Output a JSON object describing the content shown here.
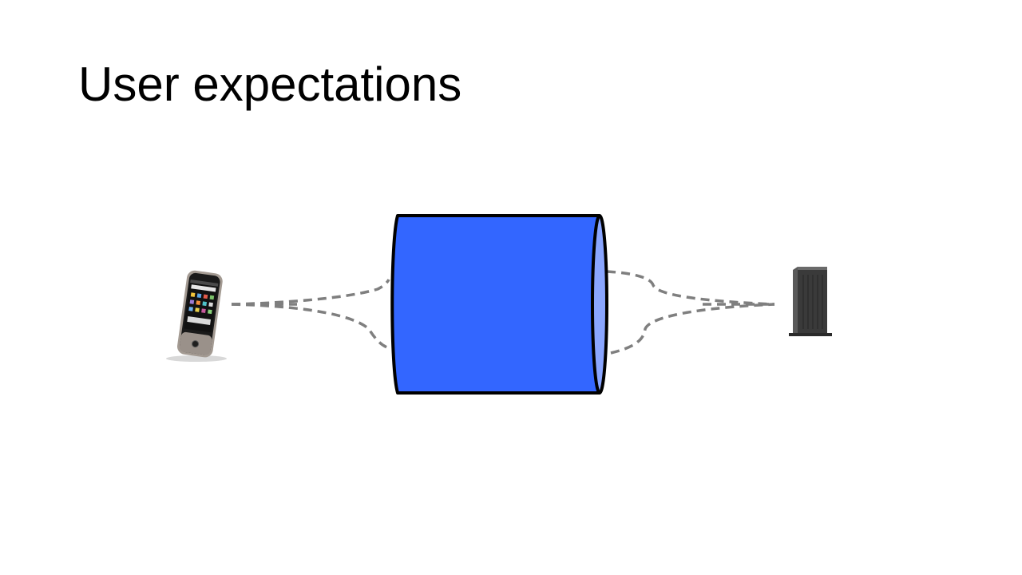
{
  "slide": {
    "title": "User expectations"
  },
  "diagram": {
    "nodes": [
      {
        "id": "client",
        "icon": "smartphone-icon"
      },
      {
        "id": "network",
        "icon": "pipe-cylinder"
      },
      {
        "id": "backend",
        "icon": "tower-server-icon"
      }
    ],
    "connections": [
      {
        "from": "client",
        "to": "network",
        "style": "dashed"
      },
      {
        "from": "network",
        "to": "backend",
        "style": "dashed"
      }
    ],
    "colors": {
      "pipe_fill": "#3366ff",
      "pipe_end_fill": "#8aa6ff",
      "pipe_outline": "#000000",
      "connector": "#7f7f7f",
      "phone_body": "#a39a92",
      "phone_screen": "#111111",
      "server_body": "#3a3a3a"
    }
  }
}
